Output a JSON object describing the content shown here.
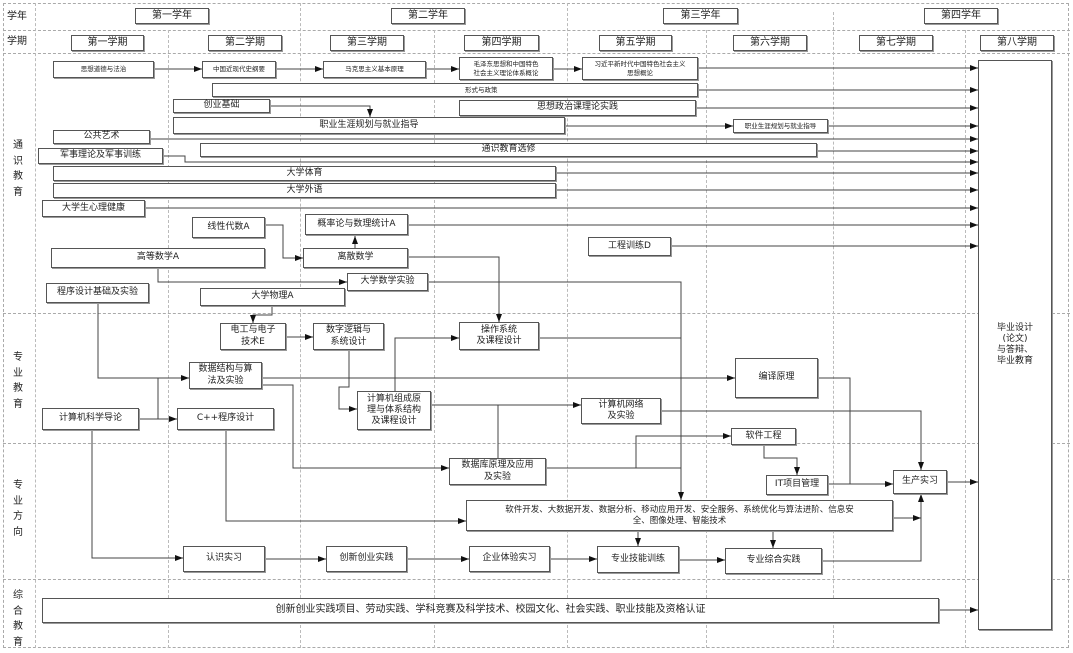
{
  "header": {
    "year_label": "学年",
    "term_label": "学期",
    "years": [
      "第一学年",
      "第二学年",
      "第三学年",
      "第四学年"
    ],
    "terms": [
      "第一学期",
      "第二学期",
      "第三学期",
      "第四学期",
      "第五学期",
      "第六学期",
      "第七学期",
      "第八学期"
    ]
  },
  "sections": {
    "general": "通\n识\n教\n育",
    "major": "专\n业\n教\n育",
    "direction": "专\n业\n方\n向",
    "comprehensive": "综\n合\n教\n育"
  },
  "courses": {
    "sxdd": "思想道德与法治",
    "zgjxd": "中国近现代史纲要",
    "mkszy": "马克思主义基本原理",
    "mzd": "毛泽东思想和中国特色\n社会主义理论体系概论",
    "xjp": "习近平新时代中国特色社会主义\n思想概论",
    "xsyzc": "形式与政策",
    "cyjc": "创业基础",
    "szllsj": "思想政治课理论实践",
    "zysy": "职业生涯规划与就业指导",
    "zysy2": "职业生涯规划与就业指导",
    "ggys": "公共艺术",
    "tsxx": "通识教育选修",
    "jsll": "军事理论及军事训练",
    "dxty": "大学体育",
    "dxwy": "大学外语",
    "xljk": "大学生心理健康",
    "xxds": "线性代数A",
    "gll": "概率论与数理统计A",
    "gdsx": "高等数学A",
    "lssx": "离散数学",
    "sxsy": "大学数学实验",
    "cxsj": "程序设计基础及实验",
    "dxwl": "大学物理A",
    "gcxl": "工程训练D",
    "dgdz": "电工与电子\n技术E",
    "szlj": "数字逻辑与\n系统设计",
    "czxt": "操作系统\n及课程设计",
    "sjjg": "数据结构与算\n法及实验",
    "jsjzc": "计算机组成原\n理与体系结构\n及课程设计",
    "byyl": "编译原理",
    "jsjwl": "计算机网络\n及实验",
    "jsjdl": "计算机科学导论",
    "cpp": "C++程序设计",
    "sjk": "数据库原理及应用\n及实验",
    "rjgc": "软件工程",
    "itxm": "IT项目管理",
    "scsx": "生产实习",
    "fx": "软件开发、大数据开发、数据分析、移动应用开发、安全服务、系统优化与算法进阶、信息安\n全、图像处理、智能技术",
    "rssx": "认识实习",
    "cxcy": "创新创业实践",
    "qysx": "企业体验实习",
    "zyjn": "专业技能训练",
    "zyzh": "专业综合实践",
    "zhjy": "创新创业实践项目、劳动实践、学科竞赛及科学技术、校园文化、社会实践、职业技能及资格认证",
    "bysj": "毕业设计\n(论文)\n与答辩、\n毕业教育"
  }
}
